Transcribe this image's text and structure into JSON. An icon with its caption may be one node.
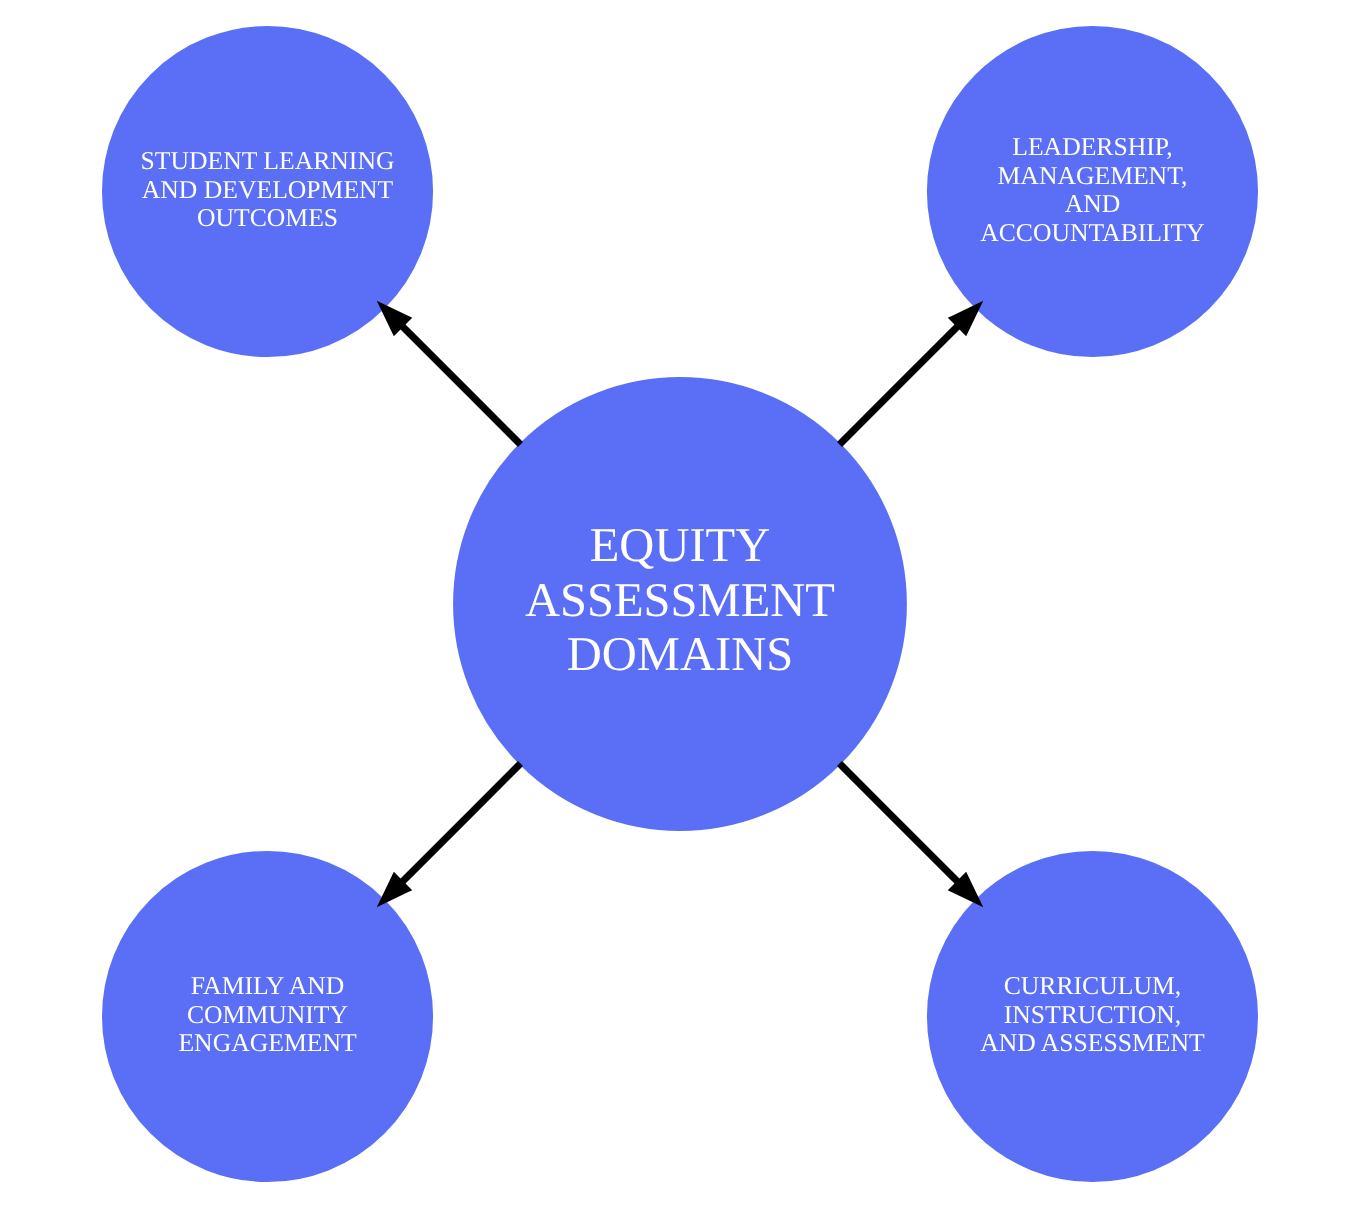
{
  "diagram": {
    "nodes": [
      {
        "text": [
          "LEADERSHIP, MANAGEMENT, AND ACCOUNTABILITY"
        ]
      },
      {
        "text": [
          "STUDENT LEARNING AND DEVELOPMENT OUTCOMES"
        ]
      },
      {
        "text": [
          "EQUITY ASSESSMENT DOMAINS"
        ]
      },
      {
        "text": [
          "FAMILY AND COMMUNITY ENGAGEMENT"
        ]
      },
      {
        "text": [
          "CURRICULUM, INSTRUCTION, AND ASSESSMENT"
        ]
      }
    ],
    "edges": [
      {
        "from": 2,
        "to": 0,
        "arrow": "to"
      },
      {
        "from": 2,
        "to": 1,
        "arrow": "to"
      },
      {
        "from": 2,
        "to": 3,
        "arrow": "to"
      },
      {
        "from": 2,
        "to": 4,
        "arrow": "to"
      }
    ]
  }
}
